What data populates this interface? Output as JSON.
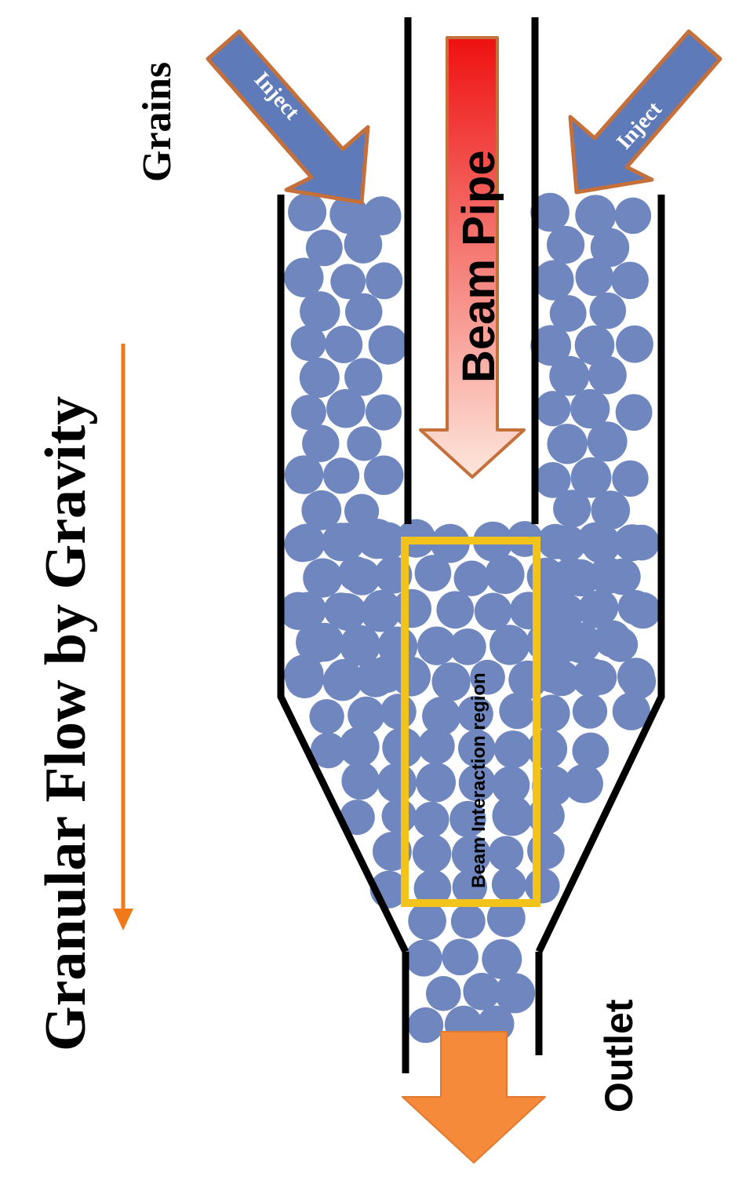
{
  "labels": {
    "gravity": "Granular Flow by Gravity",
    "grains": "Grains",
    "inject_left": "Inject",
    "inject_right": "Inject",
    "beam_pipe": "Beam Pipe",
    "interaction": "Beam Interaction region",
    "outlet": "Outlet"
  },
  "colors": {
    "grain": "#6f86bf",
    "wall": "#000000",
    "inject_fill": "#5f7ab8",
    "inject_border": "#c5703a",
    "beam_top": "#ee1111",
    "beam_bottom": "#fde7dc",
    "beam_border": "#c5703a",
    "region": "#f2c31b",
    "outlet_fill": "#f58a3a",
    "gravity_arrow": "#f07a1a"
  }
}
